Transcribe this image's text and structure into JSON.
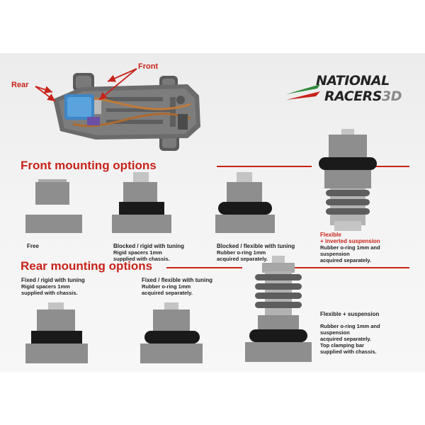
{
  "brand": {
    "line1": "NATIONAL",
    "line2": "RACERS",
    "suffix": "3D",
    "colors": {
      "green": "#2e8b3a",
      "red": "#c8231b",
      "dark": "#232323"
    }
  },
  "photo_labels": {
    "rear": "Rear",
    "front": "Front"
  },
  "front_section": {
    "title": "Front mounting options",
    "options": [
      {
        "title": "Free",
        "desc": []
      },
      {
        "title": "Blocked / rigid with tuning",
        "desc": [
          "Rigid spacers 1mm",
          "supplied with chassis."
        ]
      },
      {
        "title": "Blocked / flexible with tuning",
        "desc": [
          "Rubber o-ring 1mm",
          "acquired separately."
        ]
      },
      {
        "title": "Flexible",
        "title2": "+ inverted suspension",
        "desc": [
          "Rubber o-ring 1mm and",
          "suspension",
          "acquired separately."
        ]
      }
    ]
  },
  "rear_section": {
    "title": "Rear mounting options",
    "options": [
      {
        "title": "Fixed / rigid with tuning",
        "desc": [
          "Rigid spacers 1mm",
          "supplied with chassis."
        ]
      },
      {
        "title": "Fixed / flexible with tuning",
        "desc": [
          "Rubber o-ring 1mm",
          "acquired separately."
        ]
      },
      {
        "title": "Flexible + suspension",
        "desc": [
          "Rubber o-ring 1mm and",
          "suspension",
          "acquired separately.",
          "Top clamping bar",
          "supplied with chassis."
        ]
      }
    ]
  },
  "colors": {
    "accent": "#c8231b",
    "part_gray": "#8e8e8e",
    "ring_black": "#1a1a1a",
    "cap_light": "#c4c4c4"
  }
}
